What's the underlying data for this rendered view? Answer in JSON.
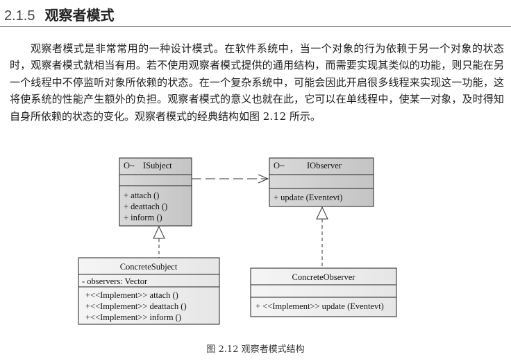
{
  "section": {
    "number": "2.1.5",
    "title": "观察者模式"
  },
  "paragraph": "观察者模式是非常常用的一种设计模式。在软件系统中，当一个对象的行为依赖于另一个对象的状态时，观察者模式就相当有用。若不使用观察者模式提供的通用结构，而需要实现其类似的功能，则只能在另一个线程中不停监听对象所依赖的状态。在一个复杂系统中，可能会因此开启很多线程来实现这一功能，这将使系统的性能产生额外的负担。观察者模式的意义也就在此，它可以在单线程中，使某一对象，及时得知自身所依赖的状态的变化。观察者模式的经典结构如图 2.12 所示。",
  "diagram": {
    "isubject": {
      "stereo": "O~",
      "name": "ISubject",
      "methods": [
        "+  attach ()",
        "+  deattach ()",
        "+  inform ()"
      ]
    },
    "iobserver": {
      "stereo": "O~",
      "name": "IObserver",
      "methods": [
        "+  update (Eventevt)"
      ]
    },
    "concrete_subject": {
      "name": "ConcreteSubject",
      "attributes": [
        "-   observers: Vector"
      ],
      "methods": [
        "+<<Implement>> attach ()",
        "+<<Implement>> deattach ()",
        "+<<Implement>> inform ()"
      ]
    },
    "concrete_observer": {
      "name": "ConcreteObserver",
      "methods": [
        "+  <<Implement>> update (Eventevt)"
      ]
    }
  },
  "caption": "图 2.12    观察者模式结构"
}
